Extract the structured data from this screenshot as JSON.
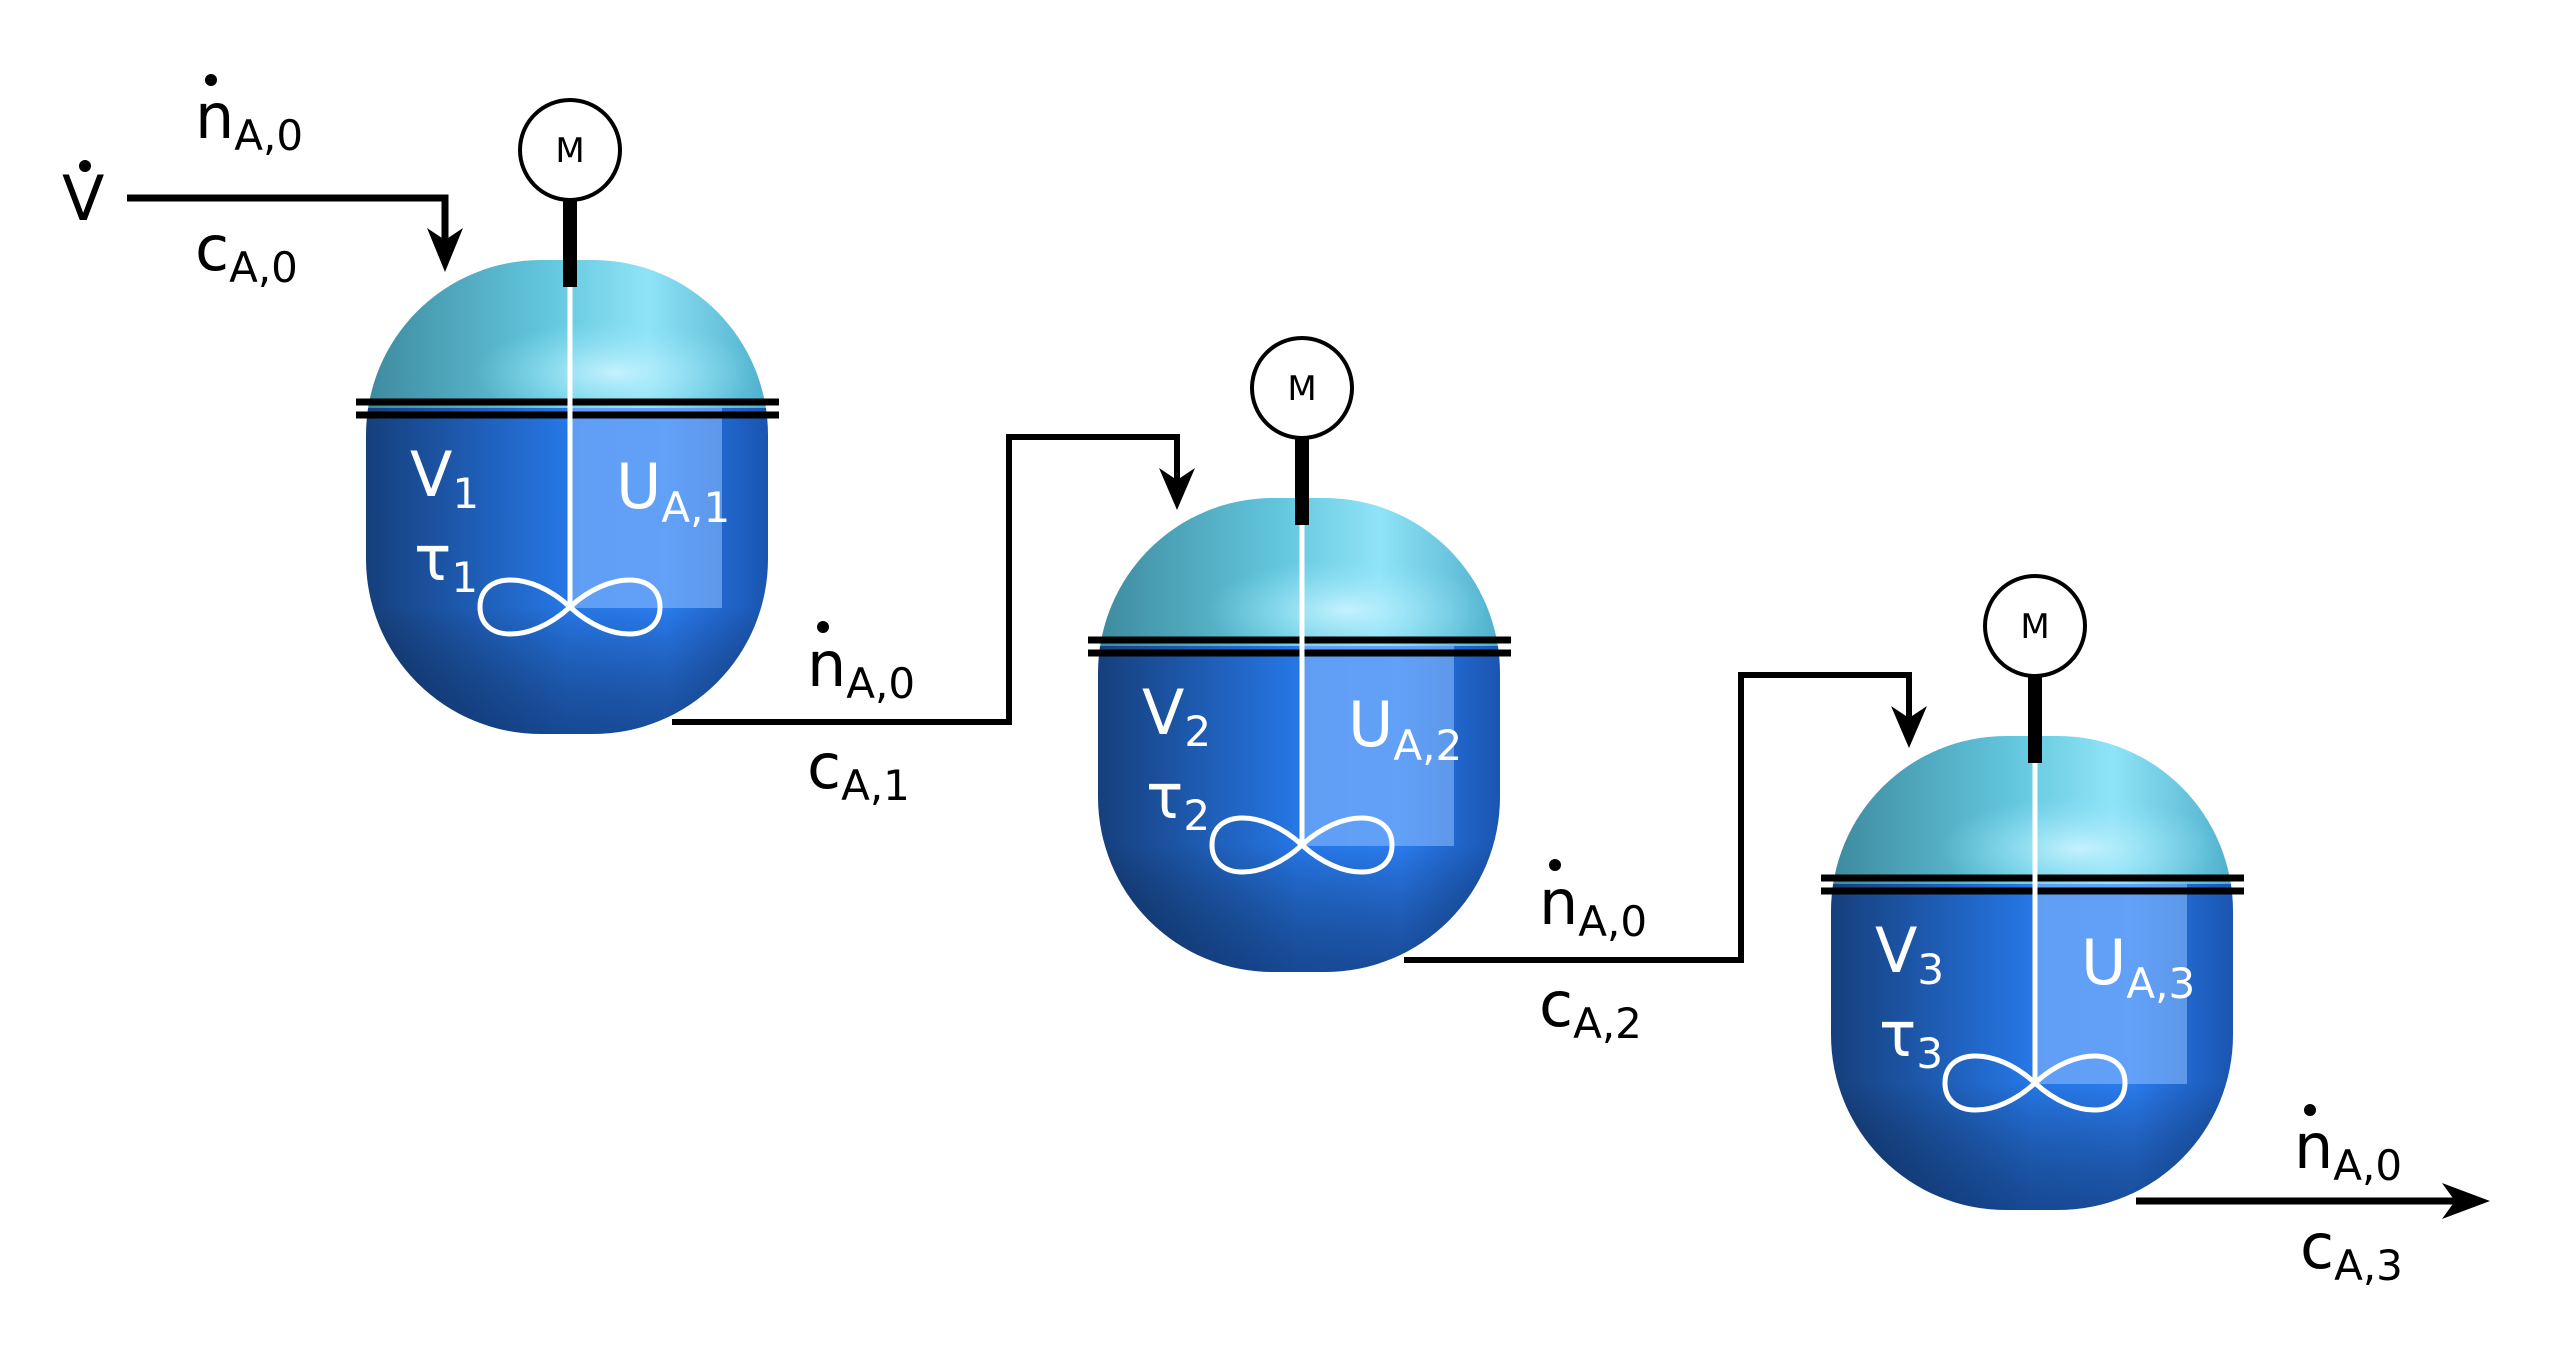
{
  "inlet": {
    "flow_main": "V",
    "molar_main": "n",
    "molar_sub": "A,0",
    "conc_main": "c",
    "conc_sub": "A,0"
  },
  "reactors": [
    {
      "motor": "M",
      "vol_main": "V",
      "vol_sub": "1",
      "tau_main": "τ",
      "tau_sub": "1",
      "u_main": "U",
      "u_sub": "A,1"
    },
    {
      "motor": "M",
      "vol_main": "V",
      "vol_sub": "2",
      "tau_main": "τ",
      "tau_sub": "2",
      "u_main": "U",
      "u_sub": "A,2"
    },
    {
      "motor": "M",
      "vol_main": "V",
      "vol_sub": "3",
      "tau_main": "τ",
      "tau_sub": "3",
      "u_main": "U",
      "u_sub": "A,3"
    }
  ],
  "streams": [
    {
      "molar_main": "n",
      "molar_sub": "A,0",
      "conc_main": "c",
      "conc_sub": "A,1"
    },
    {
      "molar_main": "n",
      "molar_sub": "A,0",
      "conc_main": "c",
      "conc_sub": "A,2"
    },
    {
      "molar_main": "n",
      "molar_sub": "A,0",
      "conc_main": "c",
      "conc_sub": "A,3"
    }
  ],
  "colors": {
    "dome": "#5cc4dc",
    "body": "#1f63c4",
    "line": "#000000"
  }
}
